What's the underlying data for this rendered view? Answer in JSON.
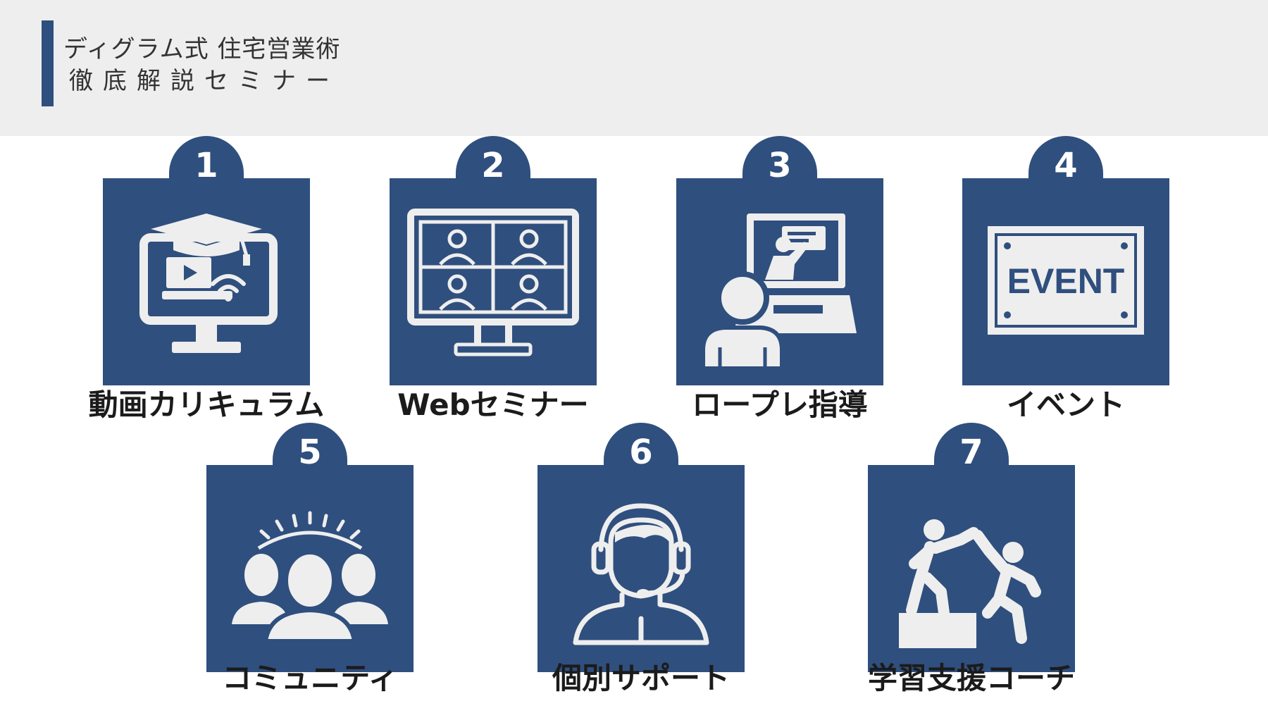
{
  "header": {
    "title_line1": "ディグラム式 住宅営業術",
    "title_line2": "徹底解説セミナー"
  },
  "colors": {
    "primary": "#2f4f7e",
    "header_bg": "#eeeeee",
    "icon": "#eeeeee",
    "label_text": "#1b1b1b"
  },
  "items": [
    {
      "number": "1",
      "label": "動画カリキュラム",
      "icon": "e-learning-monitor-icon"
    },
    {
      "number": "2",
      "label": "Webセミナー",
      "icon": "video-conference-icon"
    },
    {
      "number": "3",
      "label": "ロープレ指導",
      "icon": "online-training-icon"
    },
    {
      "number": "4",
      "label": "イベント",
      "icon": "event-sign-icon",
      "icon_text": "EVENT"
    },
    {
      "number": "5",
      "label": "コミュニティ",
      "icon": "community-group-icon"
    },
    {
      "number": "6",
      "label": "個別サポート",
      "icon": "headset-support-icon"
    },
    {
      "number": "7",
      "label": "学習支援コーチ",
      "icon": "helping-hand-icon"
    }
  ]
}
